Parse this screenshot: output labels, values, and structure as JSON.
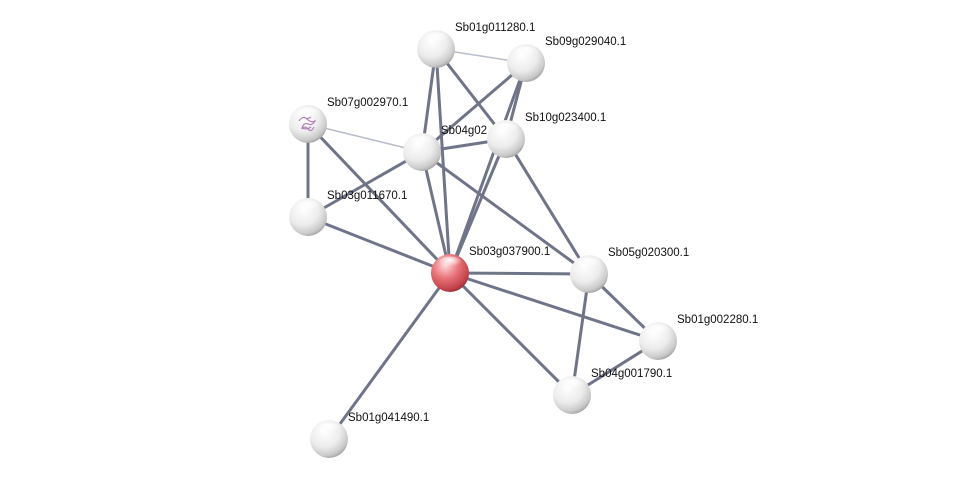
{
  "diagram": {
    "type": "protein-interaction-network",
    "colors": {
      "edge": "#6f7488",
      "edge_weak": "#b9bccb",
      "node": "#e9e9e9",
      "query_node": "#d9555d"
    },
    "nodes": [
      {
        "id": "Sb03g037900.1",
        "label": "Sb03g037900.1",
        "query": true
      },
      {
        "id": "Sb01g011280.1",
        "label": "Sb01g011280.1"
      },
      {
        "id": "Sb09g029040.1",
        "label": "Sb09g029040.1"
      },
      {
        "id": "Sb07g002970.1",
        "label": "Sb07g002970.1",
        "has_structure": true
      },
      {
        "id": "Sb04g02",
        "label": "Sb04g02"
      },
      {
        "id": "Sb10g023400.1",
        "label": "Sb10g023400.1"
      },
      {
        "id": "Sb03g011670.1",
        "label": "Sb03g011670.1"
      },
      {
        "id": "Sb05g020300.1",
        "label": "Sb05g020300.1"
      },
      {
        "id": "Sb01g002280.1",
        "label": "Sb01g002280.1"
      },
      {
        "id": "Sb04g001790.1",
        "label": "Sb04g001790.1"
      },
      {
        "id": "Sb01g041490.1",
        "label": "Sb01g041490.1"
      }
    ],
    "edges": [
      {
        "source": "Sb01g011280.1",
        "target": "Sb09g029040.1",
        "weak": true
      },
      {
        "source": "Sb07g002970.1",
        "target": "Sb04g02",
        "weak": true
      },
      {
        "source": "Sb01g011280.1",
        "target": "Sb04g02"
      },
      {
        "source": "Sb01g011280.1",
        "target": "Sb10g023400.1"
      },
      {
        "source": "Sb01g011280.1",
        "target": "Sb03g037900.1"
      },
      {
        "source": "Sb09g029040.1",
        "target": "Sb04g02"
      },
      {
        "source": "Sb09g029040.1",
        "target": "Sb10g023400.1"
      },
      {
        "source": "Sb09g029040.1",
        "target": "Sb03g037900.1"
      },
      {
        "source": "Sb04g02",
        "target": "Sb10g023400.1"
      },
      {
        "source": "Sb04g02",
        "target": "Sb03g037900.1"
      },
      {
        "source": "Sb04g02",
        "target": "Sb03g011670.1"
      },
      {
        "source": "Sb04g02",
        "target": "Sb05g020300.1"
      },
      {
        "source": "Sb10g023400.1",
        "target": "Sb03g037900.1"
      },
      {
        "source": "Sb10g023400.1",
        "target": "Sb05g020300.1"
      },
      {
        "source": "Sb07g002970.1",
        "target": "Sb03g011670.1"
      },
      {
        "source": "Sb07g002970.1",
        "target": "Sb03g037900.1"
      },
      {
        "source": "Sb03g011670.1",
        "target": "Sb03g037900.1"
      },
      {
        "source": "Sb03g037900.1",
        "target": "Sb05g020300.1"
      },
      {
        "source": "Sb03g037900.1",
        "target": "Sb01g002280.1"
      },
      {
        "source": "Sb03g037900.1",
        "target": "Sb04g001790.1"
      },
      {
        "source": "Sb03g037900.1",
        "target": "Sb01g041490.1"
      },
      {
        "source": "Sb05g020300.1",
        "target": "Sb01g002280.1"
      },
      {
        "source": "Sb05g020300.1",
        "target": "Sb04g001790.1"
      },
      {
        "source": "Sb01g002280.1",
        "target": "Sb04g001790.1"
      }
    ]
  }
}
